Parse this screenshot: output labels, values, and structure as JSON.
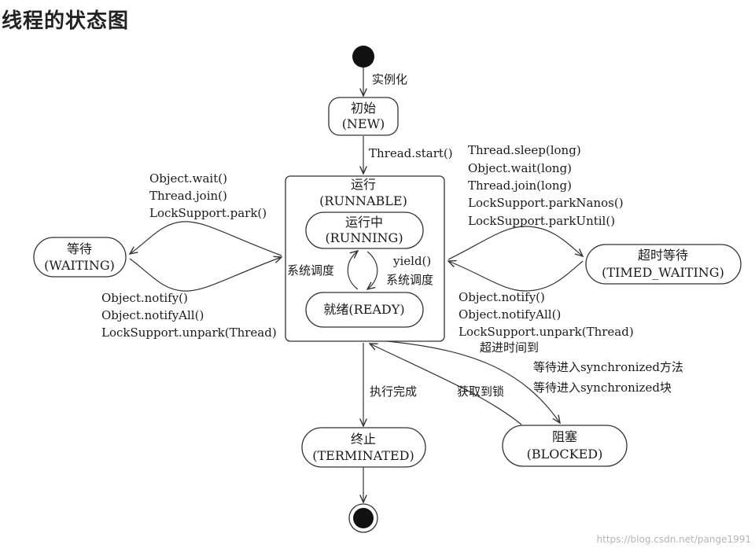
{
  "page": {
    "title": "线程的状态图"
  },
  "states": {
    "new": {
      "line1": "初始",
      "line2": "(NEW)"
    },
    "runnable": {
      "line1": "运行",
      "line2": "(RUNNABLE)"
    },
    "running": {
      "line1": "运行中",
      "line2": "(RUNNING)"
    },
    "ready": {
      "line1": "就绪(READY)"
    },
    "waiting": {
      "line1": "等待",
      "line2": "(WAITING)"
    },
    "timed_waiting": {
      "line1": "超时等待",
      "line2": "(TIMED_WAITING)"
    },
    "blocked": {
      "line1": "阻塞",
      "line2": "(BLOCKED)"
    },
    "terminated": {
      "line1": "终止",
      "line2": "(TERMINATED)"
    }
  },
  "transitions": {
    "instantiate": "实例化",
    "start": "Thread.start()",
    "to_waiting": [
      "Object.wait()",
      "Thread.join()",
      "LockSupport.park()"
    ],
    "from_waiting": [
      "Object.notify()",
      "Object.notifyAll()",
      "LockSupport.unpark(Thread)"
    ],
    "to_timed_waiting": [
      "Thread.sleep(long)",
      "Object.wait(long)",
      "Thread.join(long)",
      "LockSupport.parkNanos()",
      "LockSupport.parkUntil()"
    ],
    "from_timed_waiting": [
      "Object.notify()",
      "Object.notifyAll()",
      "LockSupport.unpark(Thread)",
      "超进时间到"
    ],
    "schedule_left": "系统调度",
    "yield": "yield()",
    "schedule_right": "系统调度",
    "complete": "执行完成",
    "acquire_lock": "获取到锁",
    "to_blocked": [
      "等待进入synchronized方法",
      "等待进入synchronized块"
    ]
  },
  "watermark": "https://blog.csdn.net/pange1991"
}
